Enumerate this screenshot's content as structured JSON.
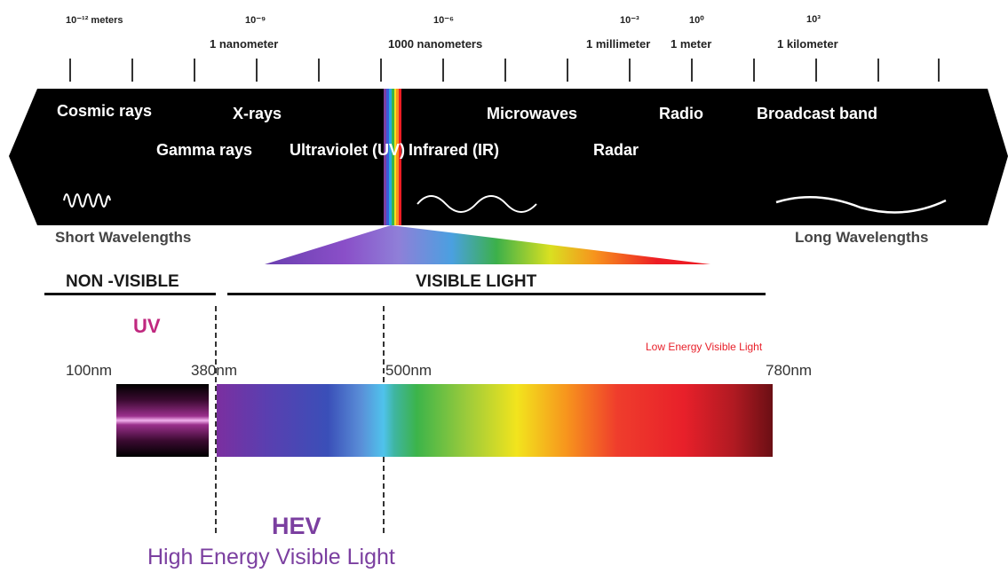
{
  "scale": {
    "marks": [
      {
        "exponent": "10⁻¹² meters",
        "name": ""
      },
      {
        "exponent": "10⁻⁹",
        "name": "1 nanometer"
      },
      {
        "exponent": "10⁻⁶",
        "name": "1000 nanometers"
      },
      {
        "exponent": "10⁻³",
        "name": "1 millimeter"
      },
      {
        "exponent": "10⁰",
        "name": "1 meter"
      },
      {
        "exponent": "10³",
        "name": "1 kilometer"
      }
    ]
  },
  "bands": {
    "cosmic": "Cosmic rays",
    "gamma": "Gamma rays",
    "xrays": "X-rays",
    "uv": "Ultraviolet (UV)",
    "infrared": "Infrared (IR)",
    "microwaves": "Microwaves",
    "radar": "Radar",
    "radio": "Radio",
    "broadcast": "Broadcast band"
  },
  "edges": {
    "short": "Short Wavelengths",
    "long": "Long Wavelengths"
  },
  "sections": {
    "non_visible": "NON -VISIBLE",
    "visible": "VISIBLE LIGHT"
  },
  "detail": {
    "uv_label": "UV",
    "low_energy": "Low Energy Visible Light",
    "nm_100": "100nm",
    "nm_380": "380nm",
    "nm_500": "500nm",
    "nm_780": "780nm",
    "hev": "HEV",
    "hev_full": "High Energy Visible Light"
  },
  "colors": {
    "uv_label": "#c0287f",
    "hev": "#7b3fa0",
    "low_energy": "#e8202a"
  }
}
